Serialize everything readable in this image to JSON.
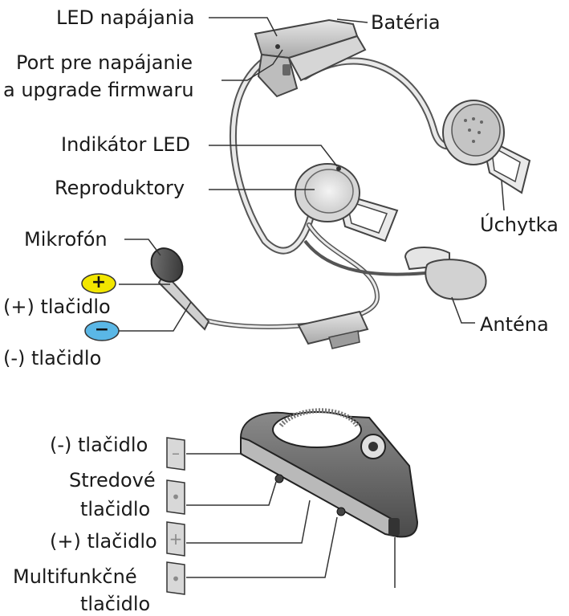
{
  "top_device": {
    "labels": {
      "power_led": "LED napájania",
      "battery": "Batéria",
      "port_line1": "Port pre napájanie",
      "port_line2": "a upgrade firmwaru",
      "indicator_led": "Indikátor LED",
      "speakers": "Reproduktory",
      "clip": "Úchytka",
      "microphone": "Mikrofón",
      "plus_button": "(+) tlačidlo",
      "minus_button": "(-) tlačidlo",
      "antenna": "Anténa"
    },
    "badges": {
      "plus": "+",
      "minus": "−"
    },
    "colors": {
      "plus_badge": "#f2e600",
      "minus_badge": "#5ab7e6"
    }
  },
  "bottom_device": {
    "labels": {
      "minus_button": "(-) tlačidlo",
      "center_line1": "Stredové",
      "center_line2": "tlačidlo",
      "plus_button": "(+) tlačidlo",
      "multi_line1": "Multifunkčné",
      "multi_line2": "tlačidlo"
    },
    "icon_glyphs": {
      "minus": "–",
      "center": "•",
      "plus": "+",
      "multi": "•"
    }
  }
}
